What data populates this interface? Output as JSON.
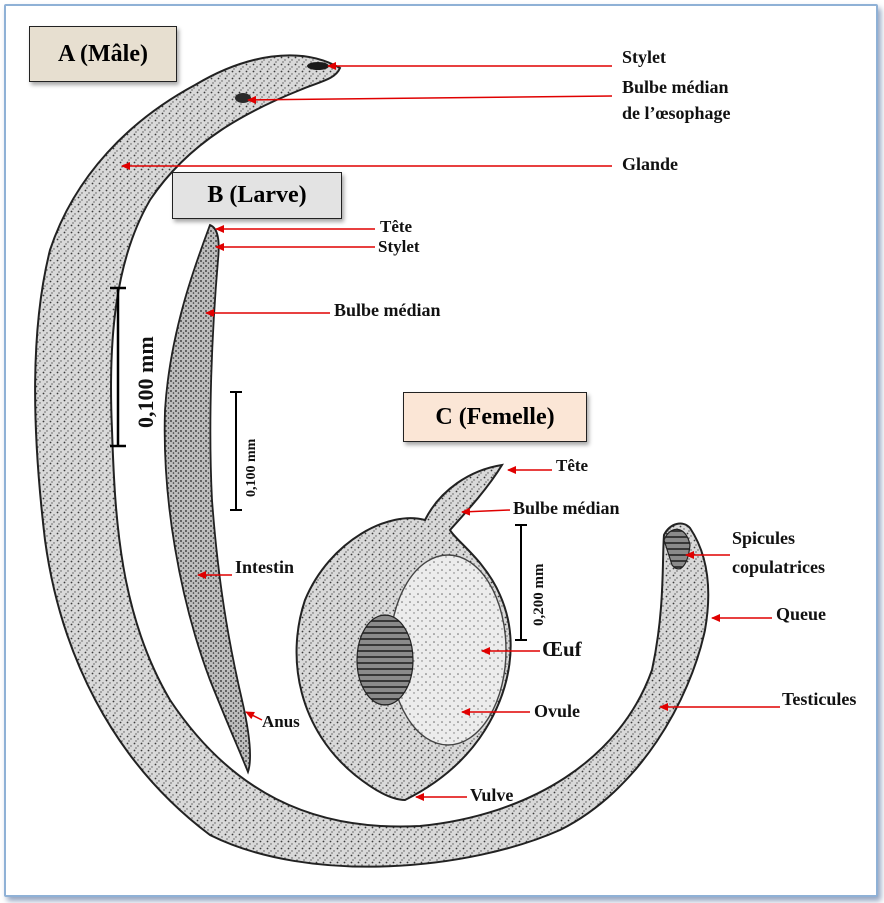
{
  "panels": {
    "male": "A (Mâle)",
    "larva": "B (Larve)",
    "female": "C (Femelle)"
  },
  "colors": {
    "arrow": "#e00000",
    "male_box": "#e7dfd0",
    "larva_box": "#e3e3e3",
    "female_box": "#fbe6d6",
    "frame": "#8fb1d6"
  },
  "labels": {
    "male_stylet": "Stylet",
    "male_bulbe_line1": "Bulbe médian",
    "male_bulbe_line2": "de l’œsophage",
    "male_glande": "Glande",
    "larva_tete": "Tête",
    "larva_stylet": "Stylet",
    "larva_bulbe": "Bulbe médian",
    "larva_intestin": "Intestin",
    "larva_anus": "Anus",
    "female_tete": "Tête",
    "female_bulbe": "Bulbe médian",
    "female_oeuf": "Œuf",
    "female_ovule": "Ovule",
    "female_vulve": "Vulve",
    "male_spicules_line1": "Spicules",
    "male_spicules_line2": "copulatrices",
    "male_queue": "Queue",
    "male_testicules": "Testicules"
  },
  "scales": {
    "male": "0,100 mm",
    "larva": "0,100 mm",
    "female": "0,200 mm"
  }
}
